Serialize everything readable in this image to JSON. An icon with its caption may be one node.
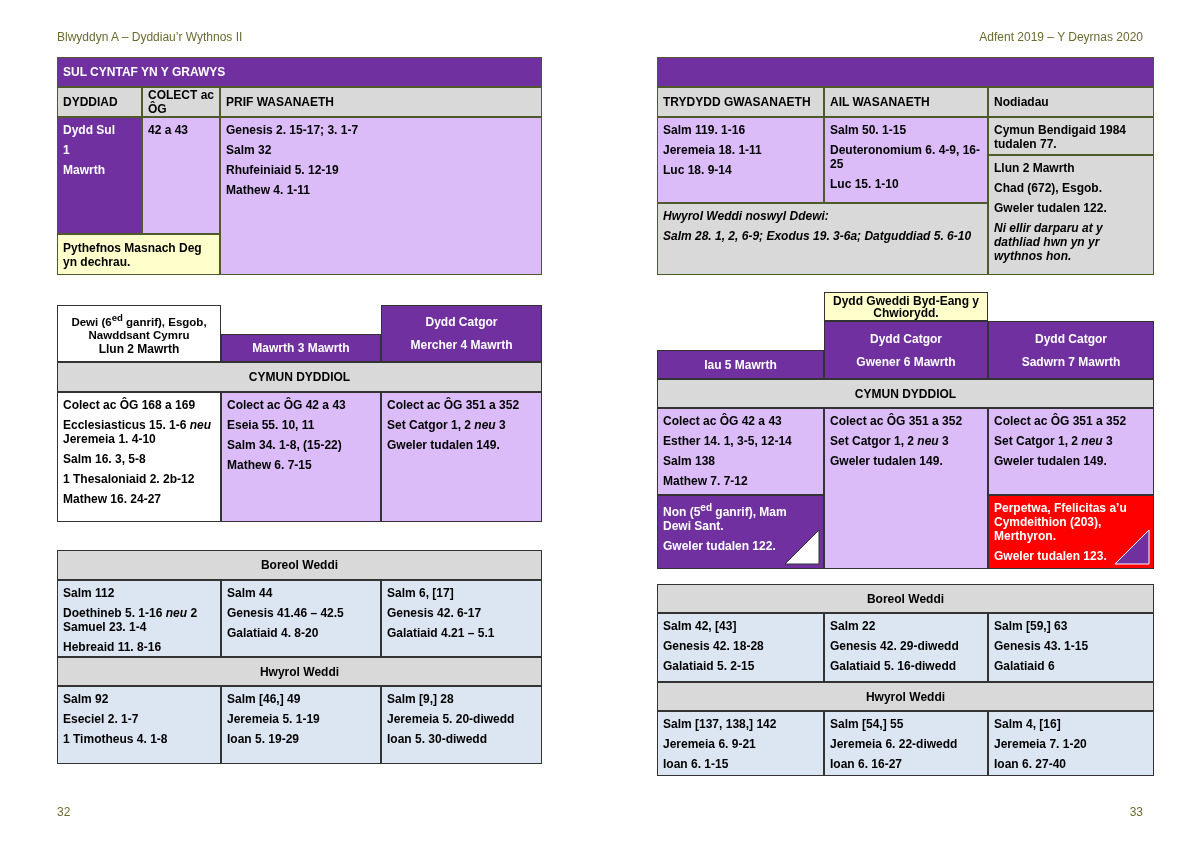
{
  "diagram": {
    "nodes": [
      {
        "text": [
          "SUL CYNTAF YN Y GRAWYS"
        ]
      },
      {
        "text": [
          "DYDDIAD"
        ]
      },
      {
        "text": [
          "COLECT ac ÔG"
        ]
      },
      {
        "text": [
          "PRIF WASANAETH"
        ]
      },
      {
        "text": [
          "Dydd Sul",
          "1",
          "Mawrth"
        ]
      },
      {
        "text": [
          "42 a 43"
        ]
      },
      {
        "text": [
          "Genesis 2. 15-17; 3. 1-7",
          "Salm 32",
          "Rhufeiniaid 5. 12-19",
          "Mathew 4. 1-11"
        ]
      },
      {
        "text": [
          "Pythefnos Masnach Deg yn dechrau."
        ]
      },
      {
        "text": [
          "Dewi (6$^{ed}$ ganrif), Esgob, Nawddsant Cymru",
          "Llun 2 Mawrth"
        ]
      },
      {
        "text": [
          "Mawrth 3 Mawrth"
        ]
      },
      {
        "text": [
          "Dydd Catgor",
          "Mercher 4 Mawrth"
        ]
      },
      {
        "text": [
          "CYMUN DYDDIOL"
        ]
      },
      {
        "text": [
          "Colect ac ÔG 168 a 169",
          "Ecclesiasticus 15. 1-6 *neu* Jeremeia 1. 4-10",
          "Salm 16. 3, 5-8",
          "1 Thesaloniaid 2. 2b-12",
          "Mathew 16. 24-27"
        ]
      },
      {
        "text": [
          "Colect ac ÔG 42 a 43",
          "Eseia 55. 10, 11",
          "Salm 34. 1-8, (15-22)",
          "Mathew 6. 7-15"
        ]
      },
      {
        "text": [
          "Colect ac ÔG 351 a 352",
          "Set Catgor 1, 2 *neu* 3",
          "Gweler tudalen 149."
        ]
      },
      {
        "text": [
          "Boreol Weddi"
        ]
      },
      {
        "text": [
          "Salm 112",
          "Doethineb 5. 1-16 *neu* 2 Samuel 23. 1-4",
          "Hebreaid 11. 8-16"
        ]
      },
      {
        "text": [
          "Salm 44",
          "Genesis 41.46 – 42.5",
          "Galatiaid 4. 8-20"
        ]
      },
      {
        "text": [
          "Salm 6, [17]",
          "Genesis 42. 6-17",
          "Galatiaid 4.21 – 5.1"
        ]
      },
      {
        "text": [
          "Hwyrol Weddi"
        ]
      },
      {
        "text": [
          "Salm 92",
          "Eseciel 2. 1-7",
          "1 Timotheus 4. 1-8"
        ]
      },
      {
        "text": [
          "Salm [46,] 49",
          "Jeremeia 5. 1-19",
          "Ioan 5. 19-29"
        ]
      },
      {
        "text": [
          "Salm [9,] 28",
          "Jeremeia 5. 20-diwedd",
          "Ioan 5. 30-diwedd"
        ]
      },
      {
        "text": [],
        "shape": "bar"
      },
      {
        "text": [
          "TRYDYDD GWASANAETH"
        ]
      },
      {
        "text": [
          "AIL WASANAETH"
        ]
      },
      {
        "text": [
          "Nodiadau"
        ]
      },
      {
        "text": [
          "Salm 119. 1-16",
          "Jeremeia 18. 1-11",
          "Luc 18. 9-14"
        ]
      },
      {
        "text": [
          "Salm 50. 1-15",
          "Deuteronomium 6. 4-9, 16-25",
          "Luc 15. 1-10"
        ]
      },
      {
        "text": [
          "Cymun Bendigaid 1984 tudalen 77."
        ]
      },
      {
        "text": [
          "Llun 2 Mawrth",
          "Chad (672), Esgob.",
          "Gweler tudalen 122.",
          "Ni ellir darparu at y dathliad hwn yn yr wythnos hon."
        ]
      },
      {
        "text": [
          "Hwyrol Weddi noswyl Ddewi:",
          "Salm 28. 1, 2, 6-9; Exodus 19. 3-6a; Datguddiad 5. 6-10"
        ]
      },
      {
        "text": [
          "Dydd Gweddi Byd-Eang y Chwiorydd."
        ]
      },
      {
        "text": [
          "Iau 5 Mawrth"
        ]
      },
      {
        "text": [
          "Dydd Catgor",
          "Gwener 6 Mawrth"
        ]
      },
      {
        "text": [
          "Dydd Catgor",
          "Sadwrn 7 Mawrth"
        ]
      },
      {
        "text": [
          "CYMUN DYDDIOL"
        ]
      },
      {
        "text": [
          "Colect ac ÔG 42 a 43",
          "Esther 14. 1, 3-5, 12-14",
          "Salm 138",
          "Mathew 7. 7-12"
        ]
      },
      {
        "text": [
          "Colect ac ÔG 351 a 352",
          "Set Catgor 1, 2 *neu* 3",
          "Gweler tudalen 149."
        ]
      },
      {
        "text": [
          "Colect ac ÔG 351 a 352",
          "Set Catgor 1, 2 *neu* 3",
          "Gweler tudalen 149."
        ]
      },
      {
        "text": [
          "Non (5$^{ed}$ ganrif), Mam Dewi Sant.",
          "Gweler tudalen 122."
        ]
      },
      {
        "text": [
          "Perpetwa, Ffelicitas a’u Cymdeithion (203), Merthyron.",
          "Gweler tudalen 123."
        ]
      },
      {
        "text": [
          "Boreol Weddi"
        ]
      },
      {
        "text": [
          "Salm 42, [43]",
          "Genesis 42. 18-28",
          "Galatiaid 5. 2-15"
        ]
      },
      {
        "text": [
          "Salm 22",
          "Genesis 42. 29-diwedd",
          "Galatiaid 5. 16-diwedd"
        ]
      },
      {
        "text": [
          "Salm [59,] 63",
          "Genesis 43. 1-15",
          "Galatiaid 6"
        ]
      },
      {
        "text": [
          "Hwyrol Weddi"
        ]
      },
      {
        "text": [
          "Salm [137, 138,] 142",
          "Jeremeia 6. 9-21",
          "Ioan 6. 1-15"
        ]
      },
      {
        "text": [
          "Salm [54,] 55",
          "Jeremeia 6. 22-diwedd",
          "Ioan 6. 16-27"
        ]
      },
      {
        "text": [
          "Salm 4, [16]",
          "Jeremeia 7. 1-20",
          "Ioan 6. 27-40"
        ]
      }
    ],
    "labels": [
      "Blwyddyn A – Dyddiau’r Wythnos II",
      "Adfent 2019 – Y Deyrnas 2020",
      "32",
      "33"
    ]
  }
}
